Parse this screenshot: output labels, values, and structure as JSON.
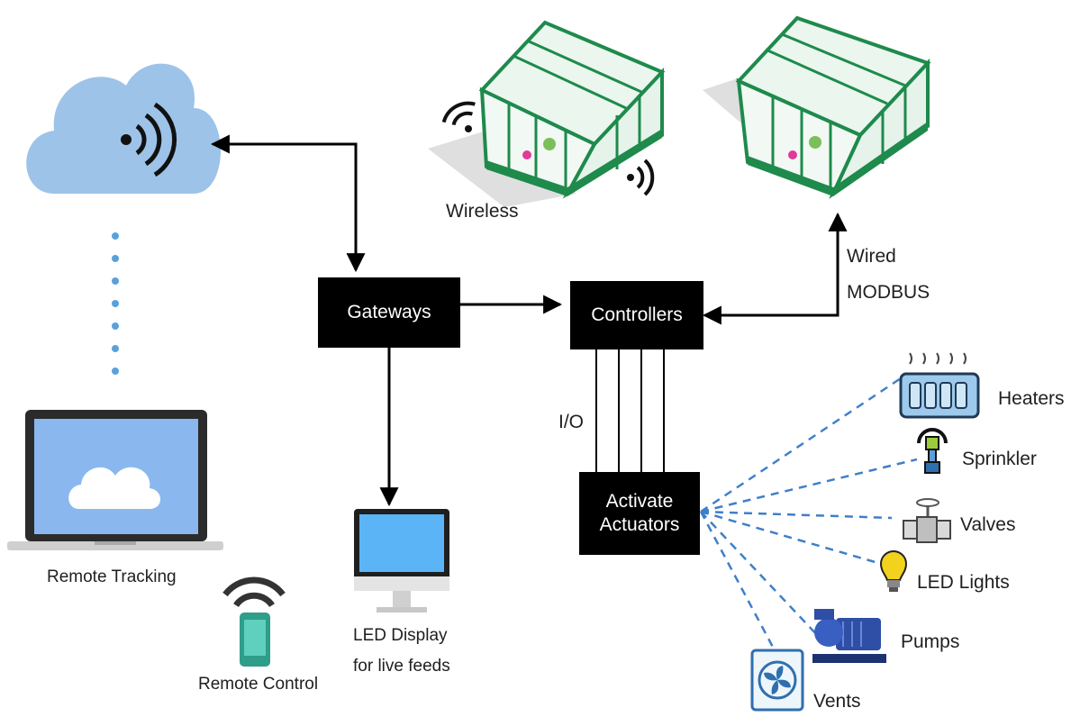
{
  "nodes": {
    "gateways": "Gateways",
    "controllers": "Controllers",
    "actuators_line1": "Activate",
    "actuators_line2": "Actuators"
  },
  "labels": {
    "wireless": "Wireless",
    "wired_line1": "Wired",
    "wired_line2": "MODBUS",
    "io": "I/O",
    "remote_tracking": "Remote Tracking",
    "remote_control": "Remote Control",
    "led_display_line1": "LED Display",
    "led_display_line2": "for live feeds"
  },
  "actuators": [
    "Heaters",
    "Sprinkler",
    "Valves",
    "LED Lights",
    "Pumps",
    "Vents"
  ],
  "icons": [
    "cloud-icon",
    "wifi-icon",
    "greenhouse-icon",
    "laptop-icon",
    "smartphone-icon",
    "monitor-icon",
    "heater-icon",
    "sprinkler-icon",
    "valve-icon",
    "bulb-icon",
    "pump-icon",
    "fan-icon"
  ],
  "colors": {
    "box": "#000000",
    "cloud": "#9dc3e9",
    "greenhouse": "#1e8a4c",
    "dashed": "#3f7fc8"
  }
}
